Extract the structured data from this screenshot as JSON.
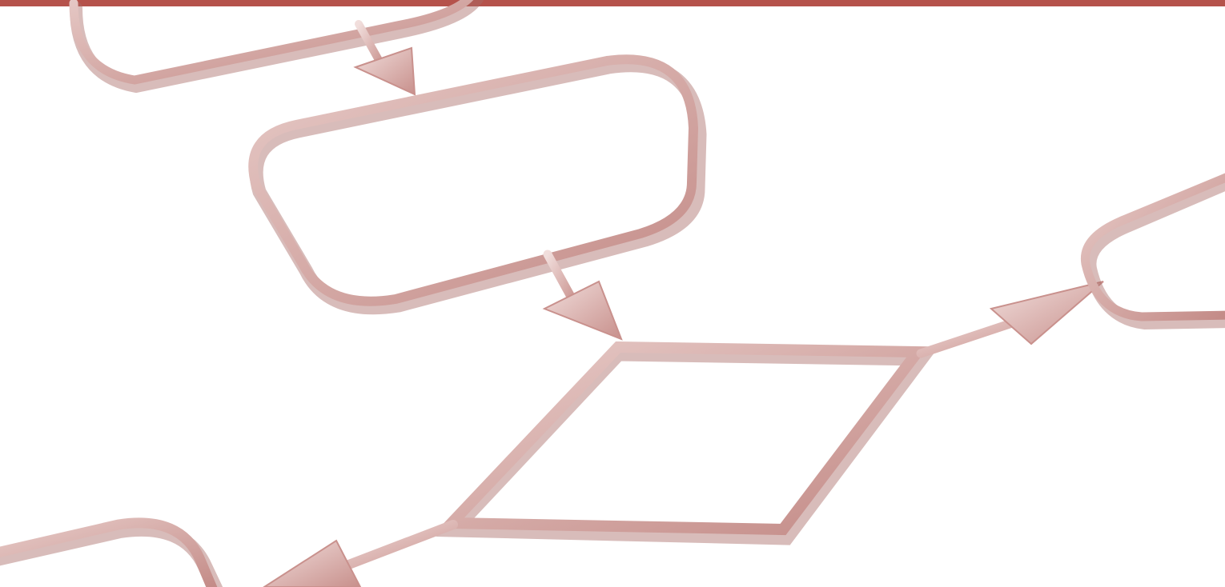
{
  "colors": {
    "band": "#b5524b",
    "stroke": "#c9918d",
    "stroke_light": "#e2c2bf",
    "stroke_shadow": "#a86a66",
    "background": "#ffffff"
  },
  "shapes": [
    {
      "name": "flow-box-top",
      "kind": "rounded-rectangle"
    },
    {
      "name": "flow-box-middle",
      "kind": "rounded-rectangle"
    },
    {
      "name": "decision-diamond",
      "kind": "diamond"
    },
    {
      "name": "flow-box-right",
      "kind": "rounded-rectangle"
    },
    {
      "name": "flow-box-bottom-left",
      "kind": "rounded-rectangle"
    }
  ],
  "connectors": [
    {
      "name": "arrow-top-to-middle",
      "kind": "arrow"
    },
    {
      "name": "arrow-middle-to-diamond",
      "kind": "arrow"
    },
    {
      "name": "arrow-diamond-to-right",
      "kind": "arrow"
    },
    {
      "name": "arrow-diamond-to-bottom-left",
      "kind": "arrow"
    }
  ]
}
